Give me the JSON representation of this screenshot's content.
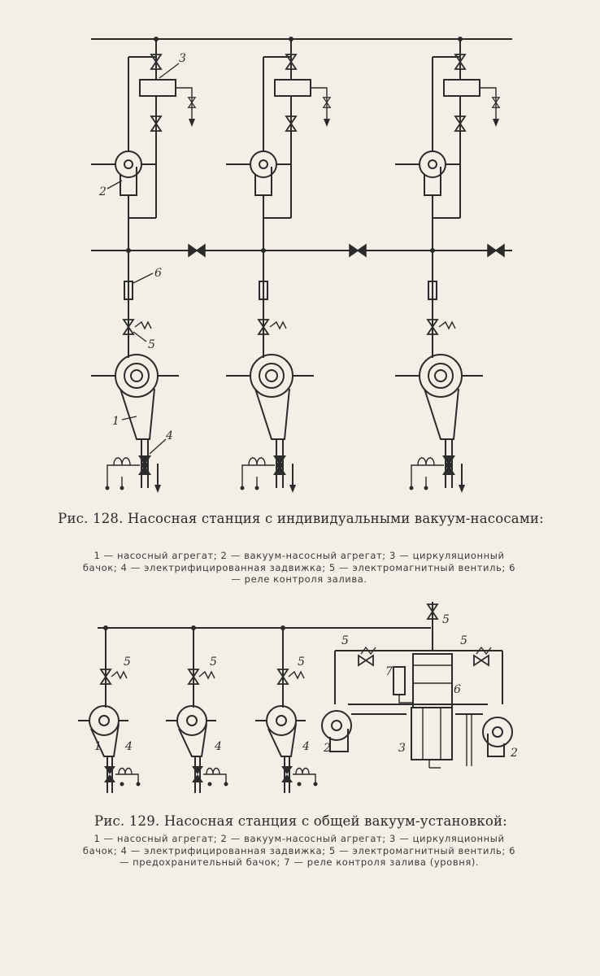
{
  "figure128": {
    "caption": "Рис. 128. Насосная станция с индивидуальными вакуум-насосами:",
    "legend": [
      "1 — насосный агрегат;",
      "2 — вакуум-насосный агрегат;",
      "3 — циркуляционный бачок;",
      "4 — электрифицированная задвижка;",
      "5 — электромагнитный вентиль;",
      "6 — реле контроля залива."
    ],
    "labels": [
      "1",
      "2",
      "3",
      "4",
      "5",
      "6"
    ]
  },
  "figure129": {
    "caption": "Рис. 129. Насосная станция с общей вакуум-установкой:",
    "legend": [
      "1 — насосный агрегат;",
      "2 — вакуум-насосный агрегат;",
      "3 — циркуляционный бачок;",
      "4 — электрифицированная задвижка;",
      "5 — электромагнитный вентиль;",
      "6 — предохранительный бачок;",
      "7 — реле контроля залива (уровня)."
    ],
    "labels": [
      "1",
      "2",
      "3",
      "4",
      "5",
      "6",
      "7"
    ]
  }
}
